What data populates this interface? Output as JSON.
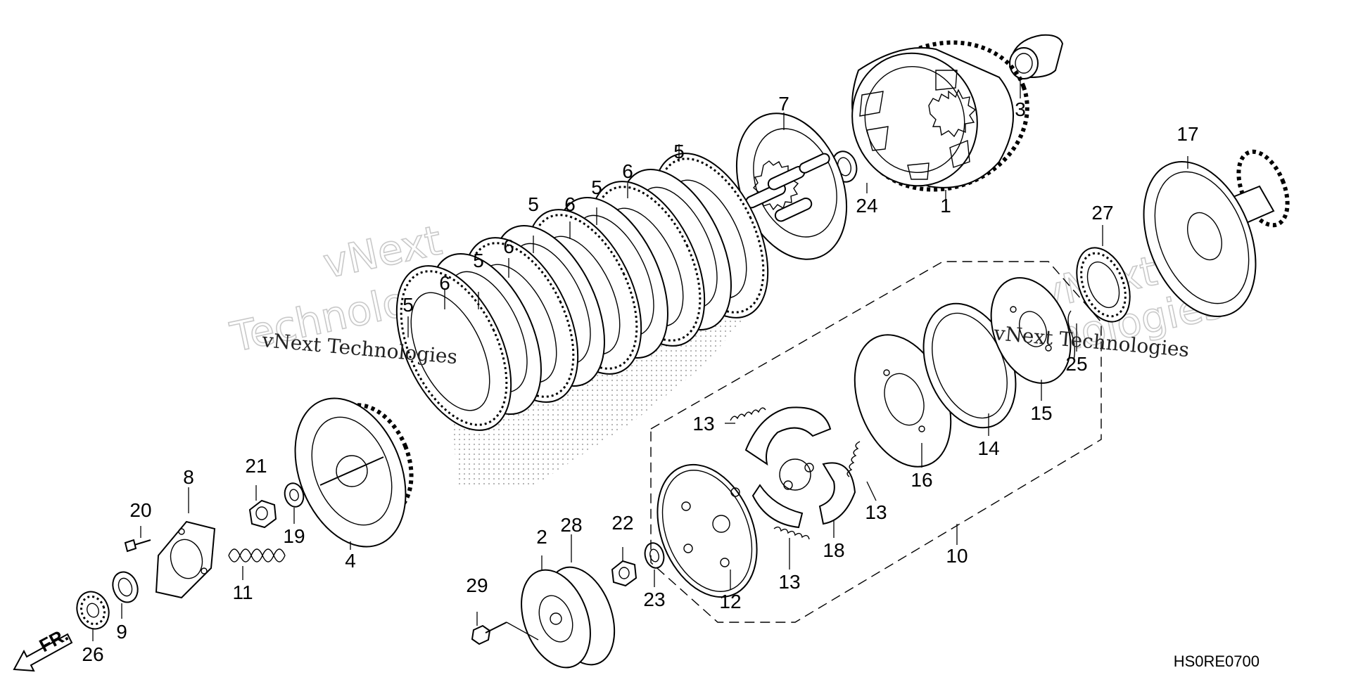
{
  "diagram": {
    "part_numbers": {
      "p1": "1",
      "p2": "2",
      "p3": "3",
      "p4": "4",
      "p5a": "5",
      "p5b": "5",
      "p5c": "5",
      "p5d": "5",
      "p5e": "5",
      "p6a": "6",
      "p6b": "6",
      "p6c": "6",
      "p6d": "6",
      "p7": "7",
      "p8": "8",
      "p9": "9",
      "p10": "10",
      "p11": "11",
      "p12": "12",
      "p13a": "13",
      "p13b": "13",
      "p13c": "13",
      "p14": "14",
      "p15": "15",
      "p16": "16",
      "p17": "17",
      "p18": "18",
      "p19": "19",
      "p20": "20",
      "p21": "21",
      "p22": "22",
      "p23": "23",
      "p24": "24",
      "p25": "25",
      "p26": "26",
      "p27": "27",
      "p28": "28",
      "p29": "29"
    },
    "direction_label": "FR.",
    "drawing_code": "HS0RE0700",
    "watermark": {
      "line1": "vNext",
      "line2": "Technologies",
      "inline": "vNext Technologies"
    }
  }
}
